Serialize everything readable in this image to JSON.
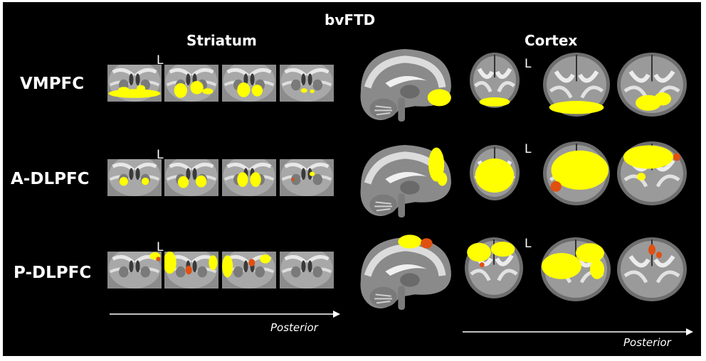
{
  "figure": {
    "title": "bvFTD",
    "left_panel_heading": "Striatum",
    "right_panel_heading": "Cortex",
    "orientation_marker": "L",
    "direction_label": "Posterior",
    "rows": [
      {
        "label": "VMPFC"
      },
      {
        "label": "A-DLPFC"
      },
      {
        "label": "P-DLPFC"
      }
    ],
    "colors": {
      "background": "#000000",
      "text": "#ffffff",
      "activation_primary": "#ffff00",
      "activation_secondary": "#e05010"
    }
  }
}
